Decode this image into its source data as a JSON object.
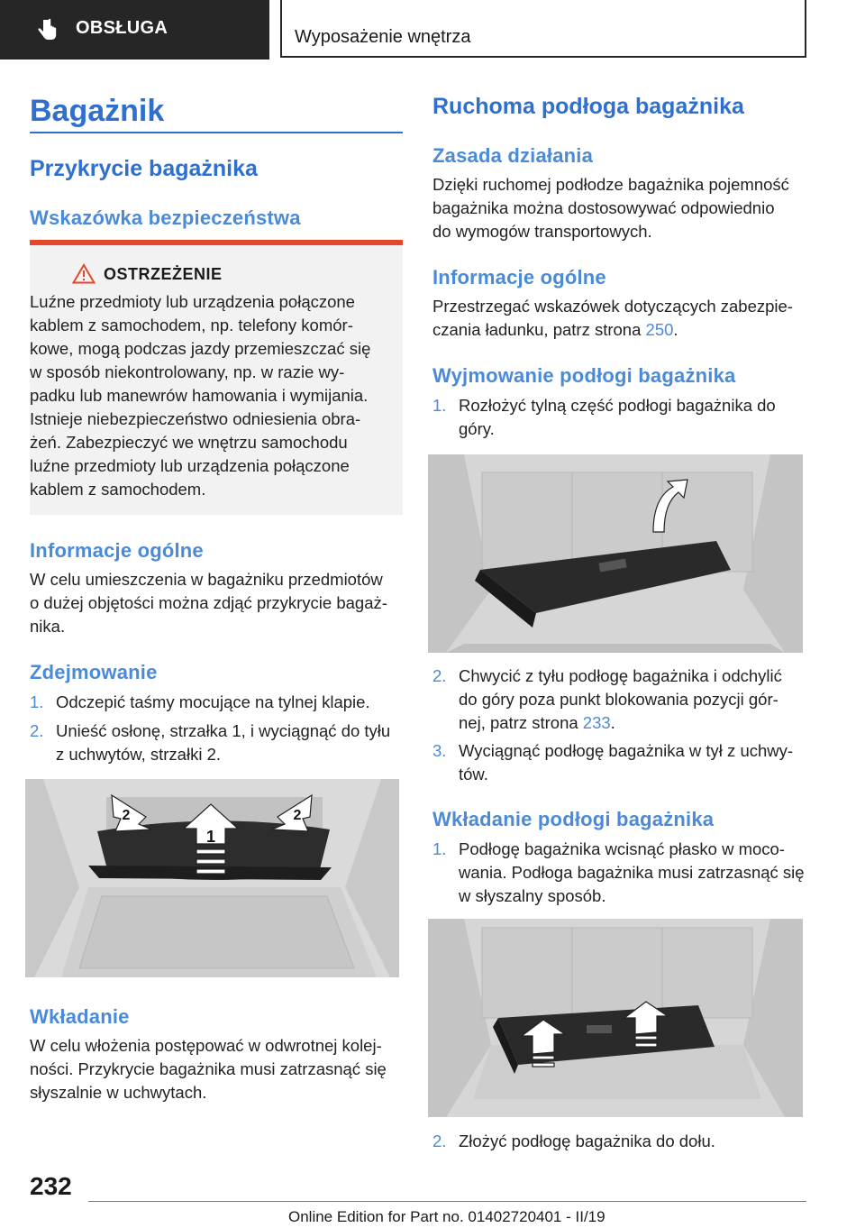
{
  "header": {
    "section": "OBSŁUGA",
    "breadcrumb": "Wyposażenie wnętrza"
  },
  "left": {
    "title": "Bagażnik",
    "subtitle": "Przykrycie bagażnika",
    "safety_heading": "Wskazówka bezpieczeństwa",
    "warning": {
      "label": "OSTRZEŻENIE",
      "lines": [
        "Luźne przedmioty lub urządzenia połączone",
        "kablem z samochodem, np. telefony komór-",
        "kowe, mogą podczas jazdy przemieszczać się",
        "w sposób niekontrolowany, np. w razie wy-",
        "padku lub manewrów hamowania i wymijania.",
        "Istnieje niebezpieczeństwo odniesienia obra-",
        "żeń. Zabezpieczyć we wnętrzu samochodu",
        "luźne przedmioty lub urządzenia połączone",
        "kablem z samochodem."
      ]
    },
    "general_heading": "Informacje ogólne",
    "general_lines": [
      "W celu umieszczenia w bagażniku przedmiotów",
      "o dużej objętości można zdjąć przykrycie bagaż-",
      "nika."
    ],
    "removal_heading": "Zdejmowanie",
    "removal_steps": [
      {
        "num": "1.",
        "lines": [
          "Odczepić taśmy mocujące na tylnej klapie."
        ]
      },
      {
        "num": "2.",
        "lines": [
          "Unieść osłonę, strzałka 1, i wyciągnąć do tyłu",
          "z uchwytów, strzałki 2."
        ]
      }
    ],
    "figure_labels": [
      "1",
      "2",
      "2"
    ],
    "insert_heading": "Wkładanie",
    "insert_lines": [
      "W celu włożenia postępować w odwrotnej kolej-",
      "ności. Przykrycie bagażnika musi zatrzasnąć się",
      "słyszalnie w uchwytach."
    ]
  },
  "right": {
    "title": "Ruchoma podłoga bagażnika",
    "principle_heading": "Zasada działania",
    "principle_lines": [
      "Dzięki ruchomej podłodze bagażnika pojemność",
      "bagażnika można dostosowywać odpowiednio",
      "do wymogów transportowych."
    ],
    "general_heading": "Informacje ogólne",
    "general_line1": "Przestrzegać wskazówek dotyczących zabezpie-",
    "general_line2_pre": "czania ładunku, patrz strona ",
    "general_link": "250",
    "general_line2_post": ".",
    "remove_heading": "Wyjmowanie podłogi bagażnika",
    "remove_step1": {
      "num": "1.",
      "lines": [
        "Rozłożyć tylną część podłogi bagażnika do",
        "góry."
      ]
    },
    "remove_step2": {
      "num": "2.",
      "line1": "Chwycić z tyłu podłogę bagażnika i odchylić",
      "line2": "do góry poza punkt blokowania pozycji gór-",
      "line3_pre": "nej, patrz strona ",
      "link": "233",
      "line3_post": "."
    },
    "remove_step3": {
      "num": "3.",
      "lines": [
        "Wyciągnąć podłogę bagażnika w tył z uchwy-",
        "tów."
      ]
    },
    "insert_heading": "Wkładanie podłogi bagażnika",
    "insert_step1": {
      "num": "1.",
      "lines": [
        "Podłogę bagażnika wcisnąć płasko w moco-",
        "wania. Podłoga bagażnika musi zatrzasnąć się",
        "w słyszalny sposób."
      ]
    },
    "insert_step2": {
      "num": "2.",
      "lines": [
        "Złożyć podłogę bagażnika do dołu."
      ]
    }
  },
  "footer": {
    "page_number": "232",
    "edition": "Online Edition for Part no. 01402720401 - II/19"
  },
  "colors": {
    "heading_blue": "#2e6fd0",
    "warning_bar": "#e5462c",
    "header_dark": "#262626"
  }
}
